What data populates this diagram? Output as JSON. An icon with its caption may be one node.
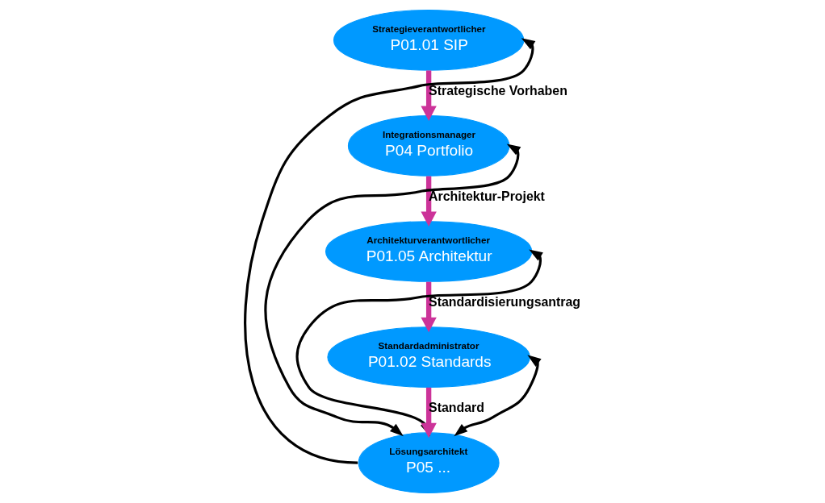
{
  "diagram": {
    "nodes": [
      {
        "text": [
          "Strategieverantwortlicher",
          "P01.01 SIP"
        ]
      },
      {
        "text": [
          "Integrationsmanager",
          "P04 Portfolio"
        ]
      },
      {
        "text": [
          "Architekturverantwortlicher",
          "P01.05 Architektur"
        ]
      },
      {
        "text": [
          "Standardadministrator",
          "P01.02 Standards"
        ]
      },
      {
        "text": [
          "Lösungsarchitekt",
          "P05 ..."
        ]
      }
    ],
    "edges": [
      {
        "from": 0,
        "to": 1,
        "arrow": "to",
        "label": "Strategische Vorhaben",
        "style": "thick",
        "color": "#cc3399"
      },
      {
        "from": 1,
        "to": 2,
        "arrow": "to",
        "label": "Architektur-Projekt",
        "style": "thick",
        "color": "#cc3399"
      },
      {
        "from": 2,
        "to": 3,
        "arrow": "to",
        "label": "Standardisierungsantrag",
        "style": "thick",
        "color": "#cc3399"
      },
      {
        "from": 3,
        "to": 4,
        "arrow": "to",
        "label": "Standard",
        "style": "thick",
        "color": "#cc3399"
      },
      {
        "from": 4,
        "to": 0,
        "arrow": "to",
        "color": "#000000"
      },
      {
        "from": 4,
        "to": 1,
        "arrow": "both",
        "color": "#000000"
      },
      {
        "from": 4,
        "to": 2,
        "arrow": "both",
        "color": "#000000"
      },
      {
        "from": 4,
        "to": 3,
        "arrow": "both",
        "color": "#000000"
      }
    ]
  }
}
